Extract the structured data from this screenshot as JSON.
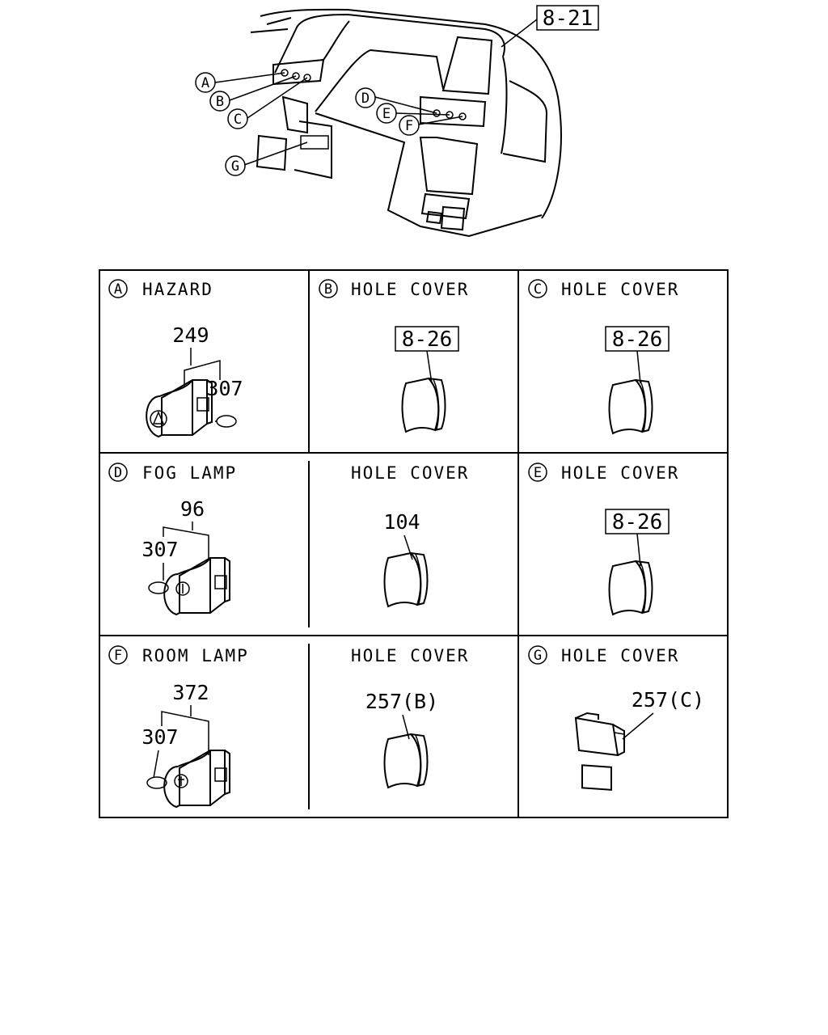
{
  "overview": {
    "page_ref": "8-21",
    "callouts": [
      "A",
      "B",
      "C",
      "D",
      "E",
      "F",
      "G"
    ]
  },
  "cells": [
    {
      "letter": "A",
      "title": "HAZARD",
      "parts": {
        "main": "249",
        "bulb": "307"
      }
    },
    {
      "letter": "B",
      "title": "HOLE COVER",
      "ref": "8-26"
    },
    {
      "letter": "C",
      "title": "HOLE COVER",
      "ref": "8-26"
    },
    {
      "letter": "D",
      "title": "FOG LAMP",
      "parts": {
        "main": "96",
        "bulb": "307"
      }
    },
    {
      "letter": "",
      "title": "HOLE COVER",
      "part": "104"
    },
    {
      "letter": "E",
      "title": "HOLE COVER",
      "ref": "8-26"
    },
    {
      "letter": "F",
      "title": "ROOM LAMP",
      "parts": {
        "main": "372",
        "bulb": "307"
      }
    },
    {
      "letter": "",
      "title": "HOLE COVER",
      "part": "257(B)"
    },
    {
      "letter": "G",
      "title": "HOLE COVER",
      "part": "257(C)"
    }
  ]
}
